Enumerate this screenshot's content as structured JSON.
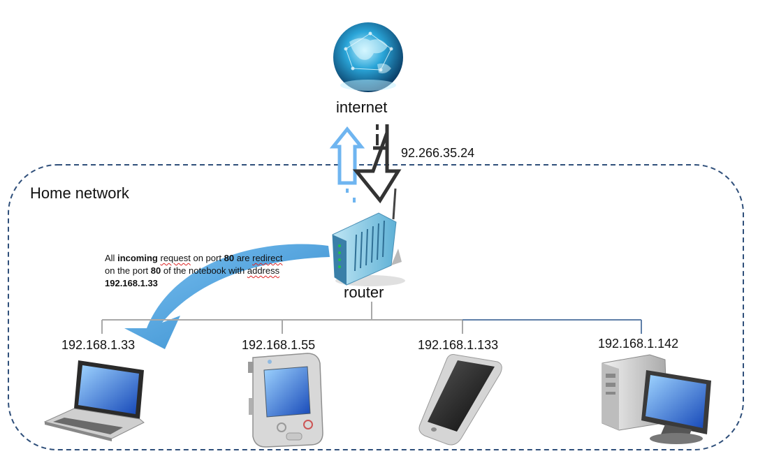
{
  "internet_label": "internet",
  "public_ip": "92.266.35.24",
  "network_label": "Home network",
  "router_label": "router",
  "note": {
    "w1": "All",
    "w2": "incoming",
    "w3": "request",
    "w4": "on port",
    "w5": "80",
    "w6": "are",
    "w7": "redirect",
    "w8": "on the port",
    "w9": "80",
    "w10": "of the notebook with",
    "w11": "address",
    "w12": "192.168.1.33"
  },
  "devices": [
    {
      "ip": "192.168.1.33",
      "icon": "laptop-icon"
    },
    {
      "ip": "192.168.1.55",
      "icon": "pda-icon"
    },
    {
      "ip": "192.168.1.133",
      "icon": "smartphone-icon"
    },
    {
      "ip": "192.168.1.142",
      "icon": "desktop-pc-icon"
    }
  ],
  "colors": {
    "dashed_border": "#2f4f7a",
    "up_arrow": "#6fb5f0",
    "down_arrow": "#333333",
    "redirect_arrow": "#3a96d6",
    "connector_line": "#a8a8a8",
    "connector_line_right": "#5f7fa8"
  }
}
